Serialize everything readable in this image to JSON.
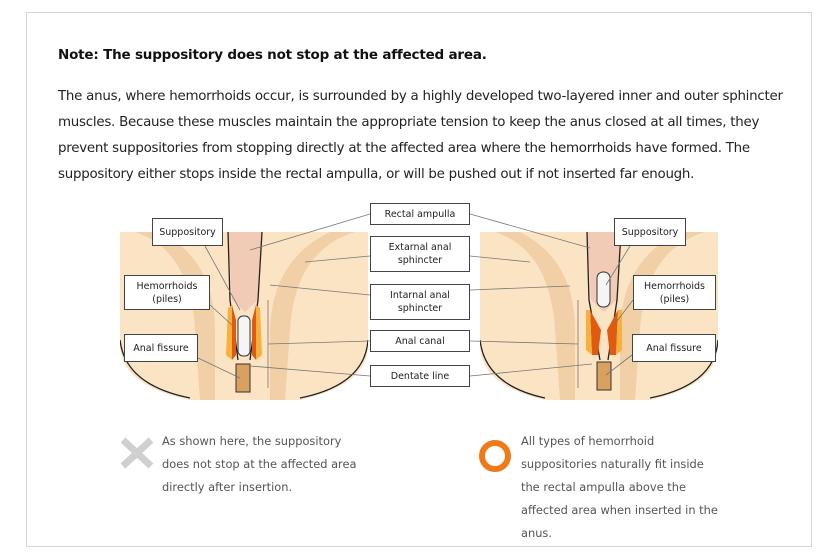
{
  "note_title": "Note: The suppository does not stop at the affected area.",
  "paragraph": "The anus, where hemorrhoids occur, is surrounded by a highly developed two-layered inner and outer sphincter muscles. Because these muscles maintain the appropriate tension to keep the anus closed at all times, they prevent suppositories from stopping directly at the affected area where the hemorrhoids have formed. The suppository either stops inside the rectal ampulla, or will be pushed out if not inserted far enough.",
  "diagram": {
    "center_labels": [
      "Rectal ampulla",
      "Extarnal anal sphincter",
      "Intarnal anal sphincter",
      "Anal canal",
      "Dentate line"
    ],
    "left_labels": {
      "suppository": "Suppository",
      "hemorrhoids": "Hemorrhoids (piles)",
      "fissure": "Anal fissure"
    },
    "right_labels": {
      "suppository": "Suppository",
      "hemorrhoids": "Hemorrhoids (piles)",
      "fissure": "Anal fissure"
    }
  },
  "legend": {
    "wrong_icon": "x-mark-icon",
    "wrong_text": "As shown here, the suppository does not stop at the affected area directly after insertion.",
    "right_icon": "circle-icon",
    "right_text": "All types of hemorrhoid suppositories naturally fit inside the rectal ampulla above the affected area when inserted in the anus.",
    "wrong_color": "#d0d0d0",
    "right_color": "#f07a1a"
  }
}
